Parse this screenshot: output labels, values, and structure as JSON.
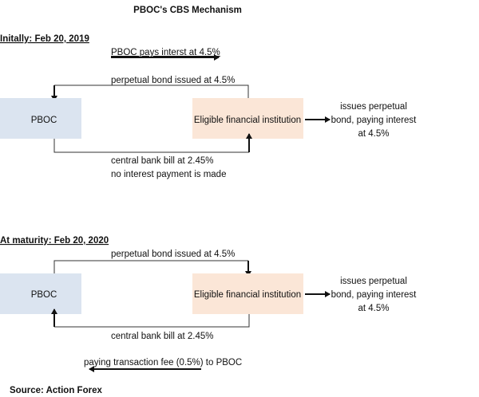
{
  "title": "PBOC's CBS Mechanism",
  "initial": {
    "heading": "Initally:  Feb 20, 2019",
    "interest_label": "PBOC pays interst at 4.5%",
    "top_label": "perpetual bond issued at 4.5%",
    "pboc": "PBOC",
    "institution": "Eligible financial institution",
    "issues": [
      "issues perpetual",
      "bond, paying interest",
      "at 4.5%"
    ],
    "bottom_label_1": "central bank bill at 2.45%",
    "bottom_label_2": "no interest payment is made"
  },
  "maturity": {
    "heading": "At maturity: Feb 20, 2020",
    "top_label": "perpetual bond issued at 4.5%",
    "pboc": "PBOC",
    "institution": "Eligible financial institution",
    "issues": [
      "issues perpetual",
      "bond, paying interest",
      "at 4.5%"
    ],
    "bottom_label": "central bank bill at 2.45%",
    "fee_label": "paying transaction fee (0.5%) to PBOC"
  },
  "source": "Source: Action Forex",
  "colors": {
    "pboc_box": "#dbe4f0",
    "institution_box": "#fbe6d7"
  }
}
